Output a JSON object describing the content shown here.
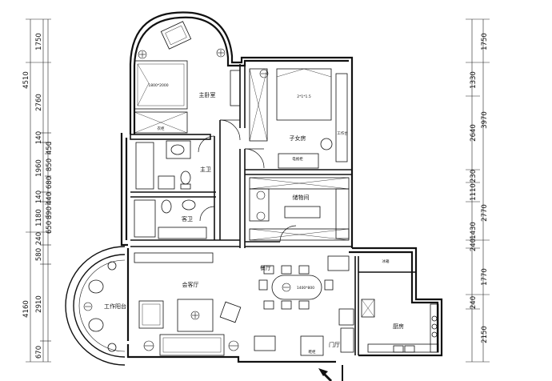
{
  "left_dimensions": {
    "outer": [
      "4510",
      "4160"
    ],
    "inner": [
      "1750",
      "2760",
      "140",
      "1960",
      "140",
      "1180",
      "240",
      "580",
      "2910",
      "670"
    ],
    "detail": [
      "450",
      "850",
      "680",
      "440",
      "890",
      "650"
    ]
  },
  "right_dimensions": {
    "outer": [
      "1750",
      "3970",
      "2770",
      "1770",
      "2150"
    ],
    "inner": [
      "1330",
      "2640",
      "230",
      "1110",
      "1430",
      "240",
      "240"
    ]
  },
  "rooms": {
    "master_bedroom": "主卧室",
    "child_bedroom": "子女房",
    "storage": "储物间",
    "master_bath": "主卫",
    "guest_bath": "客卫",
    "living_room": "会客厅",
    "dining": "餐厅",
    "kitchen": "厨房",
    "balcony": "工作阳台",
    "entrance": "门厅"
  },
  "labels": {
    "bed1": "1800*2000",
    "bed2": "2*1*1.5",
    "dining_table": "1400*800",
    "tv_cabinet": "电视柜",
    "wardrobe": "衣柜",
    "desk": "工作台",
    "shoe_cabinet": "鞋柜",
    "fridge": "冰箱"
  },
  "icons": {
    "armchair": "armchair-icon",
    "potted_plant": "potted-plant-icon",
    "toilet": "toilet-icon",
    "washbasin": "washbasin-icon",
    "stove": "stove-icon",
    "sink": "sink-icon",
    "entrance_arrow": "entrance-arrow-icon"
  }
}
